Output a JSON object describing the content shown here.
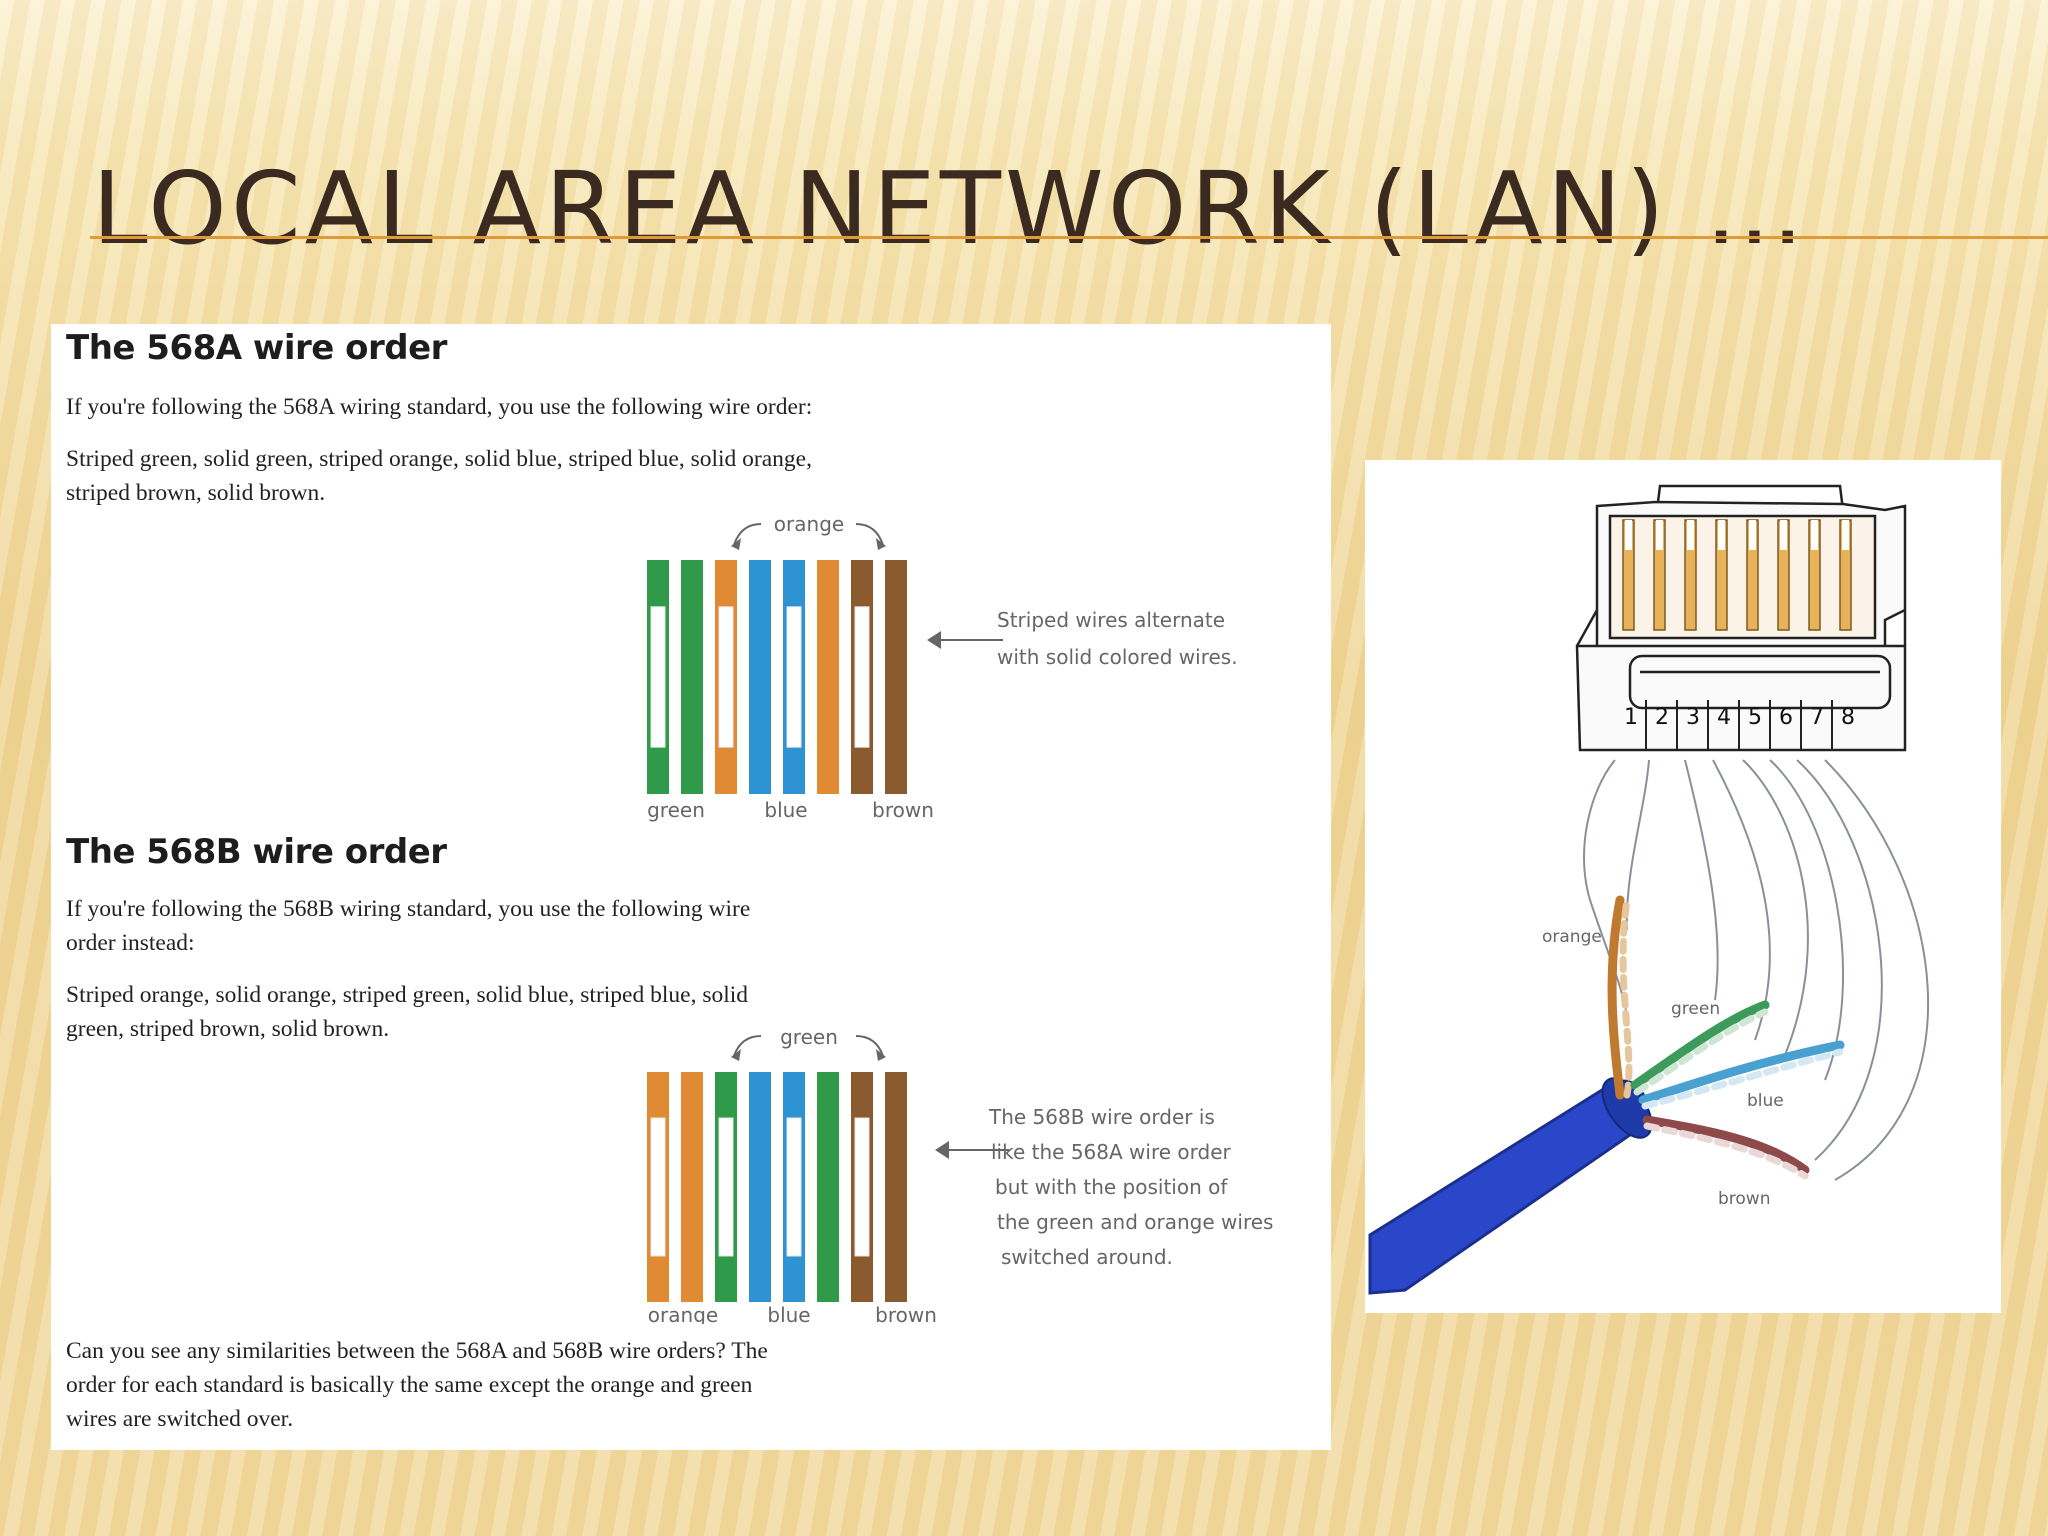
{
  "title": "LOCAL AREA NETWORK (LAN) …",
  "section_a": {
    "heading": "The 568A wire order",
    "intro": "If you're following the 568A wiring standard, you use the following wire order:",
    "order": "Striped green, solid green, striped orange, solid blue, striped blue, solid orange,\nstriped brown, solid brown.",
    "top_label": "orange",
    "bottom_labels": [
      "green",
      "blue",
      "brown"
    ],
    "note": [
      "Striped wires alternate",
      "with solid colored wires."
    ],
    "wires": [
      {
        "color": "#2f9a4a",
        "striped": true
      },
      {
        "color": "#2f9a4a",
        "striped": false
      },
      {
        "color": "#e08a34",
        "striped": true
      },
      {
        "color": "#2e93d3",
        "striped": false
      },
      {
        "color": "#2e93d3",
        "striped": true
      },
      {
        "color": "#e08a34",
        "striped": false
      },
      {
        "color": "#8b5a2e",
        "striped": true
      },
      {
        "color": "#8b5a2e",
        "striped": false
      }
    ]
  },
  "section_b": {
    "heading": "The 568B wire order",
    "intro": "If you're following the 568B wiring standard, you use the following wire\norder instead:",
    "order": "Striped orange, solid orange, striped green, solid blue, striped blue, solid\ngreen, striped brown, solid brown.",
    "top_label": "green",
    "bottom_labels": [
      "orange",
      "blue",
      "brown"
    ],
    "note": [
      "The 568B wire order is",
      "like the 568A wire order",
      "but with the position of",
      "the green and orange wires",
      "switched around."
    ],
    "wires": [
      {
        "color": "#e08a34",
        "striped": true
      },
      {
        "color": "#e08a34",
        "striped": false
      },
      {
        "color": "#2f9a4a",
        "striped": true
      },
      {
        "color": "#2e93d3",
        "striped": false
      },
      {
        "color": "#2e93d3",
        "striped": true
      },
      {
        "color": "#2f9a4a",
        "striped": false
      },
      {
        "color": "#8b5a2e",
        "striped": true
      },
      {
        "color": "#8b5a2e",
        "striped": false
      }
    ]
  },
  "closing": "Can you see any similarities between the 568A and 568B wire orders? The\norder for each standard is basically the same except the orange and green\nwires are switched over.",
  "connector": {
    "pins": [
      "1",
      "2",
      "3",
      "4",
      "5",
      "6",
      "7",
      "8"
    ],
    "pair_labels": [
      "orange",
      "green",
      "blue",
      "brown"
    ]
  }
}
